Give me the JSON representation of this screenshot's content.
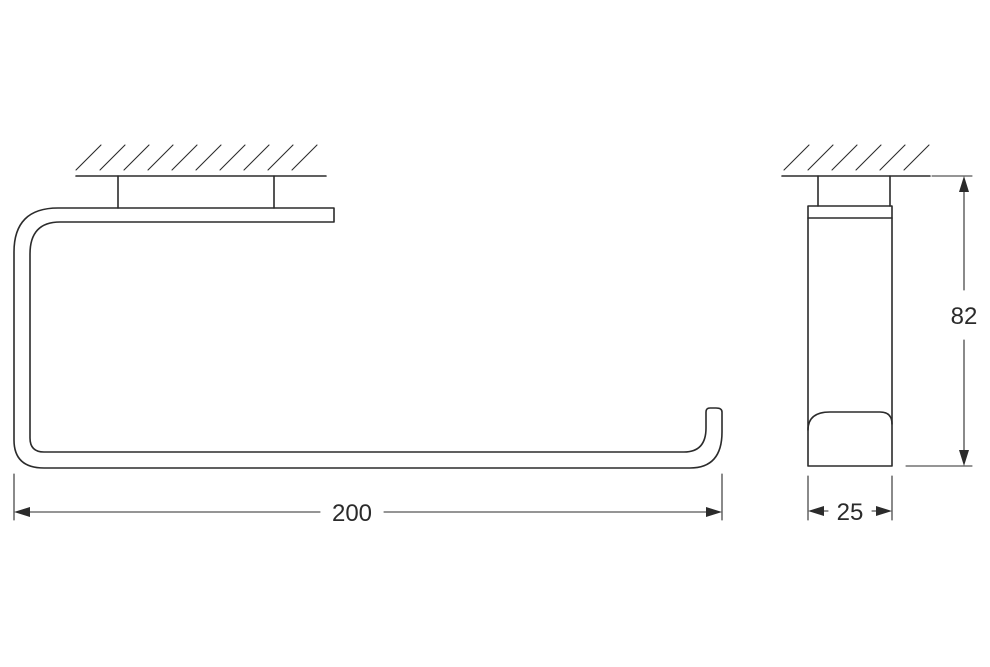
{
  "dimensions": {
    "width_label": "200",
    "depth_label": "25",
    "height_label": "82"
  }
}
